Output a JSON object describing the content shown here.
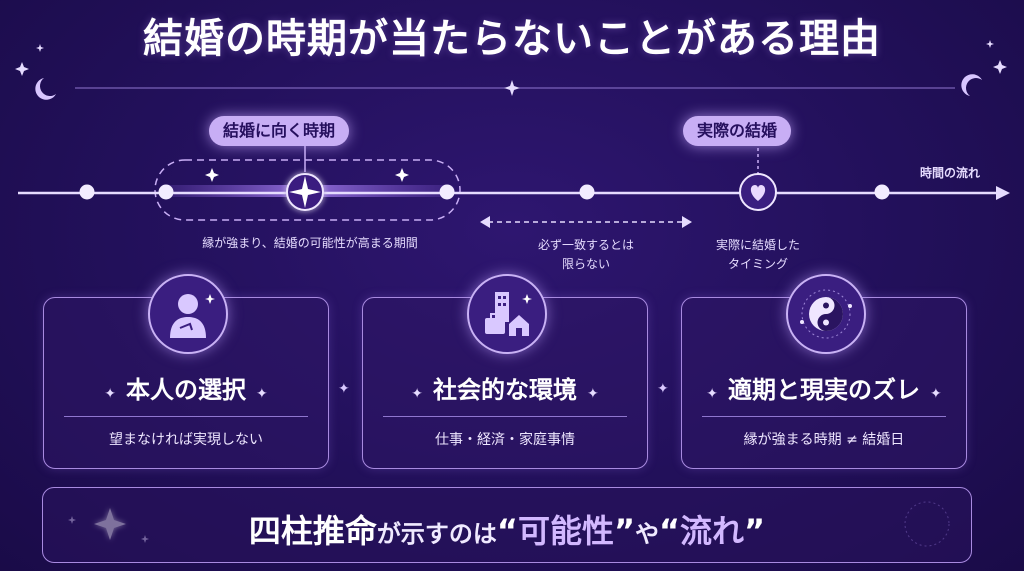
{
  "title": "結婚の時期が当たらないことがある理由",
  "timeline": {
    "axis_label": "時間の流れ",
    "favorable_label": "結婚に向く時期",
    "actual_label": "実際の結婚",
    "favorable_caption": "縁が強まり、結婚の可能性が高まる期間",
    "gap_caption_line1": "必ず一致するとは",
    "gap_caption_line2": "限らない",
    "actual_caption_line1": "実際に結婚した",
    "actual_caption_line2": "タイミング"
  },
  "cards": [
    {
      "title": "本人の選択",
      "desc": "望まなければ実現しない",
      "icon": "person-icon"
    },
    {
      "title": "社会的な環境",
      "desc": "仕事・経済・家庭事情",
      "icon": "city-icon"
    },
    {
      "title": "適期と現実のズレ",
      "desc": "縁が強まる時期 ≠ 結婚日",
      "icon": "yin-yang-icon"
    }
  ],
  "banner": {
    "part1": "四柱推命",
    "part2": "が示すのは",
    "q1": "“",
    "part3": "可能性",
    "q2": "”",
    "part4": "や",
    "q3": "“",
    "part5": "流れ",
    "q4": "”"
  },
  "colors": {
    "background": "#22105a",
    "accent": "#c8aef5",
    "card_border": "#a88ae0"
  }
}
